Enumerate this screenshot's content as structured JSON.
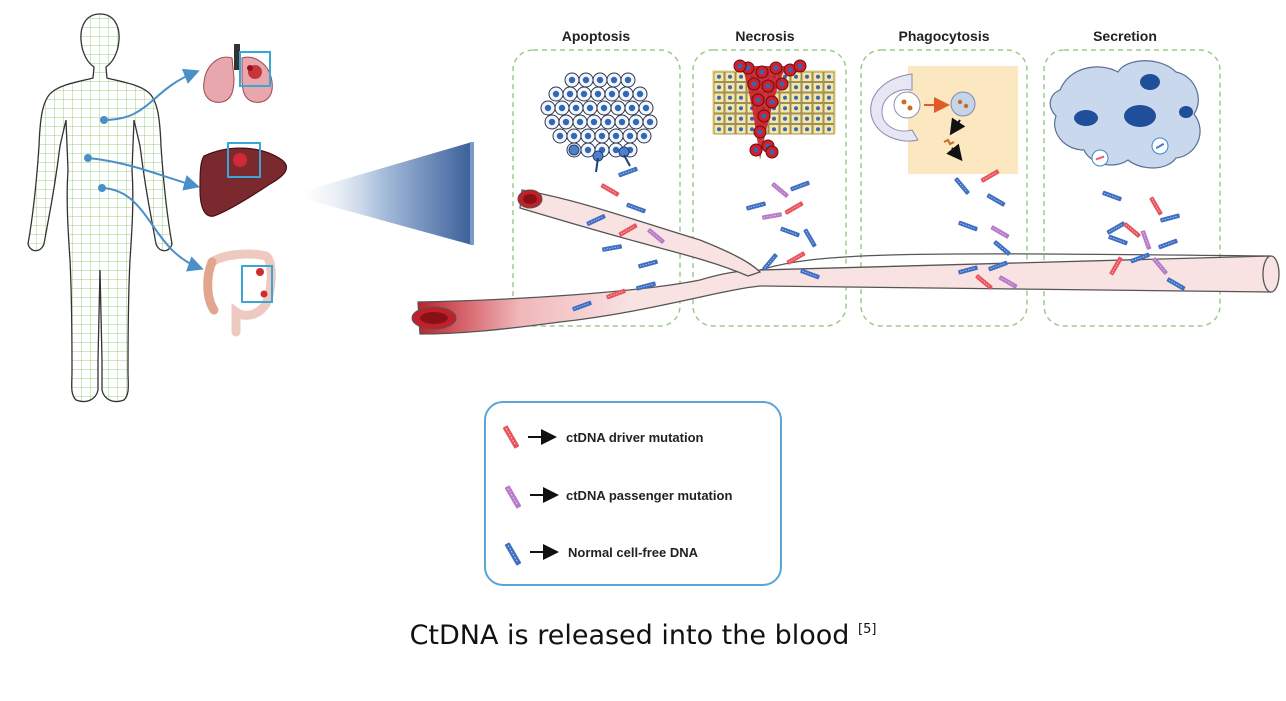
{
  "panels": [
    {
      "title": "Apoptosis"
    },
    {
      "title": "Necrosis"
    },
    {
      "title": "Phagocytosis"
    },
    {
      "title": "Secretion"
    }
  ],
  "legend": {
    "items": [
      {
        "label": "ctDNA driver mutation",
        "color": "#e8545c",
        "icon": "dna-fragment-icon"
      },
      {
        "label": "ctDNA passenger mutation",
        "color": "#b67ac8",
        "icon": "dna-fragment-icon"
      },
      {
        "label": "Normal cell-free DNA",
        "color": "#3f6fc2",
        "icon": "dna-fragment-icon"
      }
    ]
  },
  "caption": {
    "text": "CtDNA is released into the blood",
    "ref": "[5]"
  },
  "colors": {
    "arrow": "#4a90c8",
    "highlight_box": "#3aa6d8",
    "panel_border": "#9ccc8a",
    "vessel_fill": "#f7dede",
    "vessel_red": "#c0202a"
  }
}
